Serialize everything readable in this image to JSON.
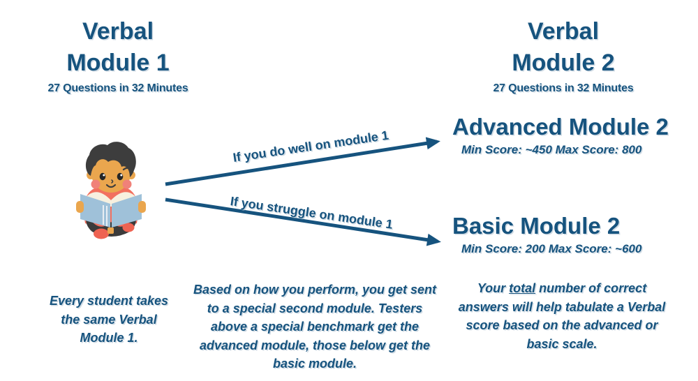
{
  "colors": {
    "primary_text": "#16537e",
    "arrow": "#16537e",
    "background": "#ffffff",
    "illustration": {
      "hair": "#3d3d3d",
      "skin": "#eaa64e",
      "cheeks": "#f08179",
      "shirt": "#f2705f",
      "book_cover": "#9fc1d9",
      "book_pages": "#f7f0df",
      "legs": "#3b3b3b",
      "shoes": "#ee6352"
    }
  },
  "left_module": {
    "title_line1": "Verbal",
    "title_line2": "Module 1",
    "subtitle": "27 Questions in 32 Minutes"
  },
  "right_module": {
    "title_line1": "Verbal",
    "title_line2": "Module 2",
    "subtitle": "27 Questions in 32 Minutes"
  },
  "advanced_module": {
    "title": "Advanced Module 2",
    "score_range": "Min Score: ~450 Max Score: 800"
  },
  "basic_module": {
    "title": "Basic Module 2",
    "score_range": "Min Score: 200 Max Score: ~600"
  },
  "arrows": {
    "top_label": "If you do well on module 1",
    "bottom_label": "If you struggle on module 1"
  },
  "notes": {
    "left": "Every student takes the same Verbal Module 1.",
    "middle": "Based on how you perform, you get sent to a special second module. Testers above a special benchmark get the advanced module, those below get the basic module.",
    "right_prefix": "Your ",
    "right_underlined": "total",
    "right_suffix": " number of correct answers will help tabulate a Verbal score based on the advanced or basic scale."
  },
  "illustration": {
    "name": "child-reading-book"
  }
}
